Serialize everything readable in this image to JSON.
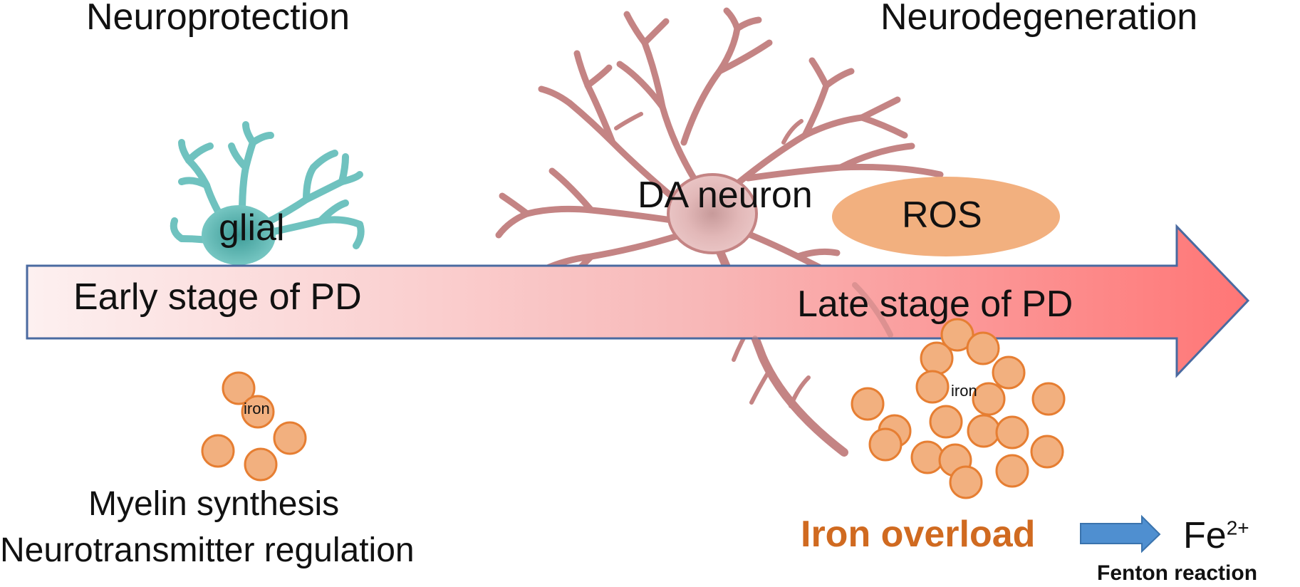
{
  "headings": {
    "left": "Neuroprotection",
    "right": "Neurodegeneration"
  },
  "arrow": {
    "start_label": "Early stage of PD",
    "end_label": "Late stage of PD"
  },
  "cells": {
    "glial": "glial",
    "neuron": "DA neuron",
    "ros": "ROS"
  },
  "iron_left": {
    "label": "iron",
    "functions": [
      "Myelin synthesis",
      "Neurotransmitter regulation"
    ]
  },
  "iron_right": {
    "label": "iron",
    "overload": "Iron overload",
    "product": "Fe",
    "product_charge": "2+",
    "reaction": "Fenton reaction"
  },
  "colors": {
    "glial": "#6fc2bf",
    "neuron": "#c98787",
    "ros": "#f2b07f",
    "iron_fill": "#f2b07f",
    "iron_stroke": "#e67e32",
    "arrow_start": "#fdf0f0",
    "arrow_end": "#ff7b7b",
    "arrow_stroke": "#4a6aa0",
    "small_arrow": "#4f8fd0",
    "overload_text": "#d06a20"
  },
  "icons": [
    "glial-cell-icon",
    "neuron-icon",
    "iron-particle-icon",
    "right-arrow-icon"
  ]
}
